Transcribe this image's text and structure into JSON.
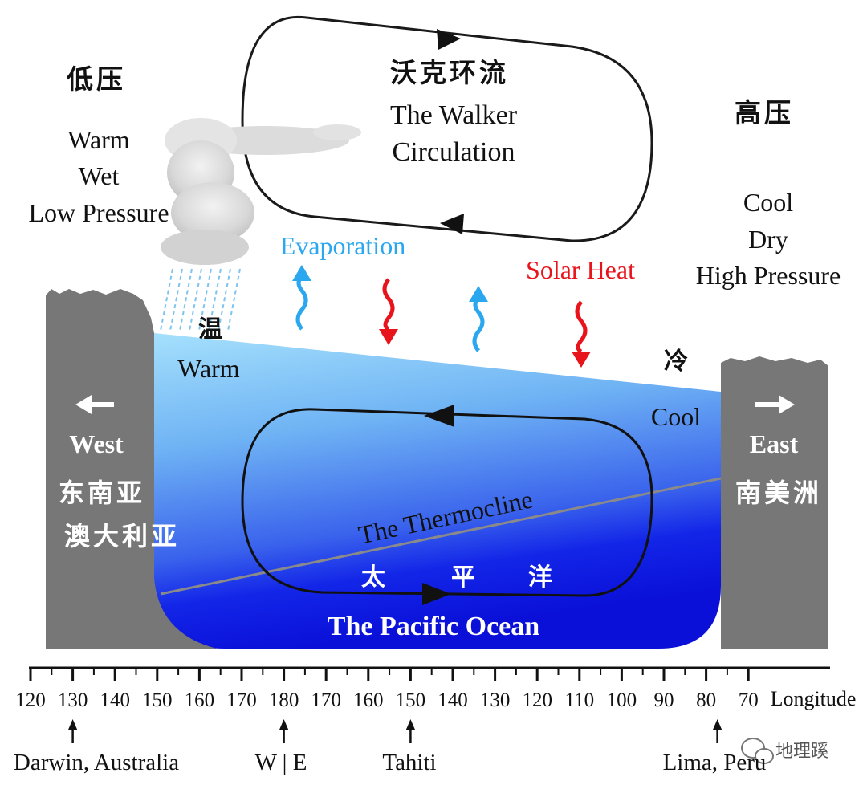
{
  "walker": {
    "title_cn": "沃克环流",
    "title_line1": "The Walker",
    "title_line2": "Circulation"
  },
  "west_atmos": {
    "label_cn": "低压",
    "lines": [
      "Warm",
      "Wet",
      "Low Pressure"
    ]
  },
  "east_atmos": {
    "label_cn": "高压",
    "lines": [
      "Cool",
      "Dry",
      "High Pressure"
    ]
  },
  "processes": {
    "evaporation": "Evaporation",
    "solar_heat": "Solar Heat"
  },
  "ocean": {
    "warm_cn": "温",
    "warm": "Warm",
    "cool_cn": "冷",
    "cool": "Cool",
    "thermocline": "The Thermocline",
    "pacific_cn": [
      "太",
      "平",
      "洋"
    ],
    "pacific": "The Pacific Ocean"
  },
  "west_land": {
    "label": "West",
    "cn_line1": "东南亚",
    "cn_line2": "澳大利亚"
  },
  "east_land": {
    "label": "East",
    "cn_line1": "南美洲"
  },
  "axis": {
    "ticks": [
      "120",
      "130",
      "140",
      "150",
      "160",
      "170",
      "180",
      "170",
      "160",
      "150",
      "140",
      "130",
      "120",
      "110",
      "100",
      "90",
      "80",
      "70"
    ],
    "unit_label": "Longitude",
    "markers": [
      {
        "label": "Darwin, Australia"
      },
      {
        "label": "W | E"
      },
      {
        "label": "Tahiti"
      },
      {
        "label": "Lima, Peru"
      }
    ]
  },
  "watermark": "地理蹊",
  "colors": {
    "land": "#777777",
    "ocean_warm": "#9fdcfb",
    "ocean_deep": "#0a19e6",
    "evaporation": "#2aa7ee",
    "solar": "#e8141b"
  }
}
